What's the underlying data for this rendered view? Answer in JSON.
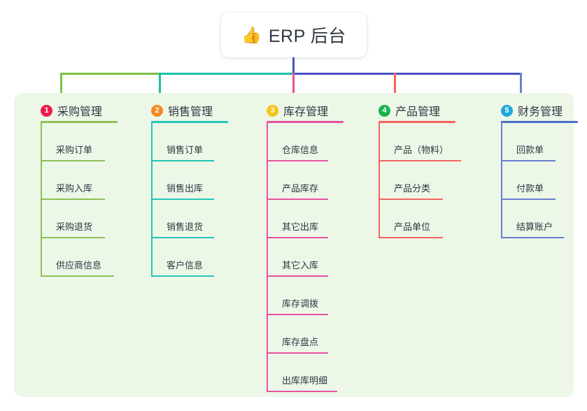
{
  "root": {
    "icon": "thumbs-up-icon",
    "emoji": "👍",
    "title": "ERP 后台"
  },
  "palette": {
    "panel_bg": "#edf7e8",
    "card_bg": "#ffffff",
    "text": "#2f3640",
    "bus_green": "#7bc043",
    "bus_teal": "#18c0a8",
    "bus_blue": "#4a52c4"
  },
  "columns": [
    {
      "number": "1",
      "title": "采购管理",
      "badge_color": "#ec1c4b",
      "line_color": "#8cc152",
      "drop_color": "#7bc043",
      "items": [
        {
          "label": "采购订单"
        },
        {
          "label": "采购入库"
        },
        {
          "label": "采购退货"
        },
        {
          "label": "供应商信息"
        }
      ]
    },
    {
      "number": "2",
      "title": "销售管理",
      "badge_color": "#f5871f",
      "line_color": "#22c7b8",
      "drop_color": "#18c0a8",
      "items": [
        {
          "label": "销售订单"
        },
        {
          "label": "销售出库"
        },
        {
          "label": "销售退货"
        },
        {
          "label": "客户信息"
        }
      ]
    },
    {
      "number": "3",
      "title": "库存管理",
      "badge_color": "#f5c518",
      "line_color": "#e8539f",
      "drop_color": "#e8539f",
      "items": [
        {
          "label": "仓库信息"
        },
        {
          "label": "产品库存"
        },
        {
          "label": "其它出库"
        },
        {
          "label": "其它入库"
        },
        {
          "label": "库存调拨"
        },
        {
          "label": "库存盘点"
        },
        {
          "label": "出库库明细"
        }
      ]
    },
    {
      "number": "4",
      "title": "产品管理",
      "badge_color": "#17b349",
      "line_color": "#f4645f",
      "drop_color": "#f4645f",
      "items": [
        {
          "label": "产品（物料）"
        },
        {
          "label": "产品分类"
        },
        {
          "label": "产品单位"
        }
      ]
    },
    {
      "number": "5",
      "title": "财务管理",
      "badge_color": "#1fa8e0",
      "line_color": "#4a6fc4",
      "drop_color": "#6a7fd0",
      "items": [
        {
          "label": "回款单"
        },
        {
          "label": "付款单"
        },
        {
          "label": "结算账户"
        }
      ]
    }
  ]
}
